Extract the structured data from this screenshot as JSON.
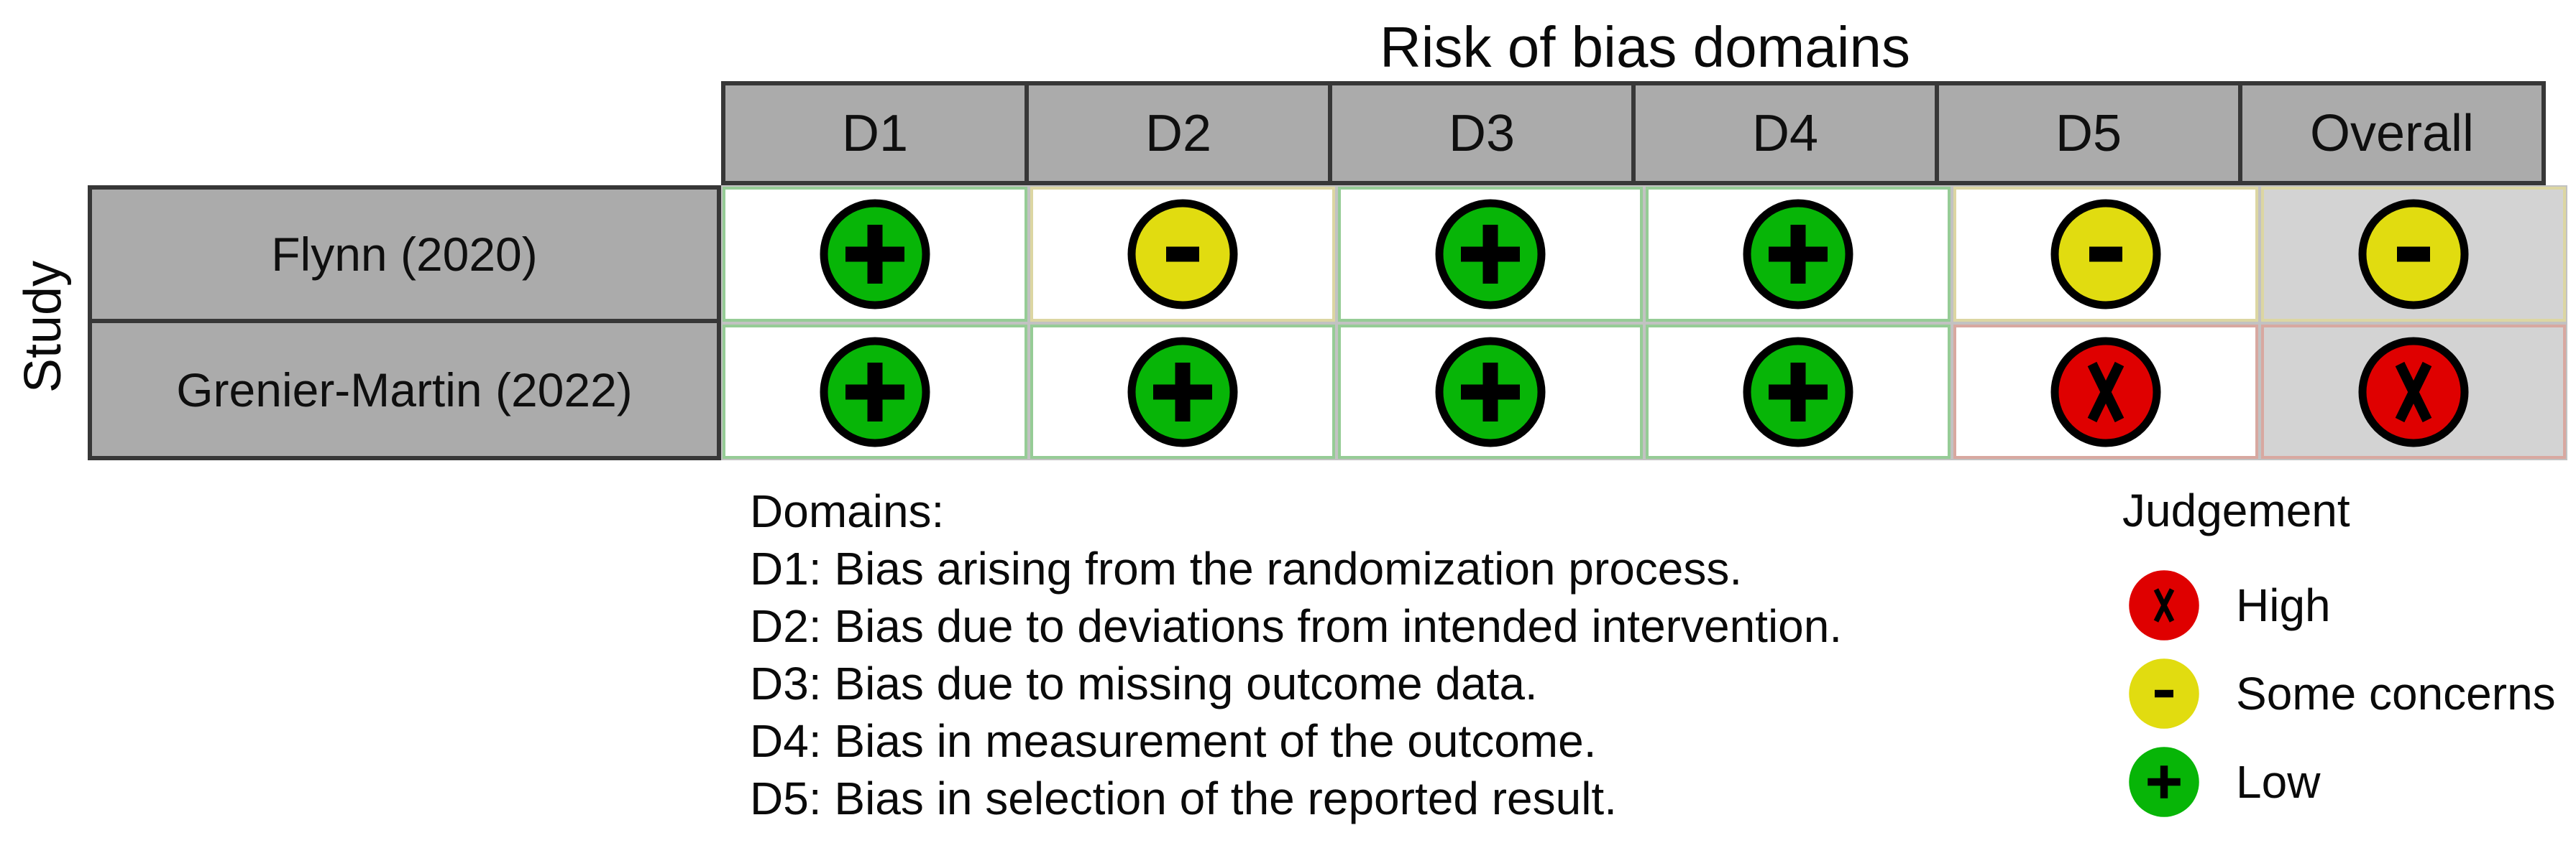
{
  "title": "Risk of bias domains",
  "axis_label": "Study",
  "header": {
    "columns": [
      "D1",
      "D2",
      "D3",
      "D4",
      "D5",
      "Overall"
    ]
  },
  "studies": [
    {
      "name": "Flynn (2020)",
      "judgements": [
        "low",
        "some_concerns",
        "low",
        "low",
        "some_concerns",
        "some_concerns"
      ]
    },
    {
      "name": "Grenier-Martin (2022)",
      "judgements": [
        "low",
        "low",
        "low",
        "low",
        "high",
        "high"
      ]
    }
  ],
  "judgements_meta": {
    "low": {
      "label": "Low",
      "symbol": "+",
      "color": "#07B507"
    },
    "some_concerns": {
      "label": "Some concerns",
      "symbol": "-",
      "color": "#E1DC10"
    },
    "high": {
      "label": "High",
      "symbol": "X",
      "color": "#DF0000"
    }
  },
  "domains_note": {
    "heading": "Domains:",
    "items": [
      "D1: Bias arising from the randomization process.",
      "D2: Bias due to deviations from intended intervention.",
      "D3: Bias due to missing outcome data.",
      "D4: Bias in measurement of the outcome.",
      "D5: Bias in selection of the reported result."
    ]
  },
  "legend": {
    "title": "Judgement",
    "items": [
      {
        "key": "high",
        "label": "High"
      },
      {
        "key": "some_concerns",
        "label": "Some concerns"
      },
      {
        "key": "low",
        "label": "Low"
      }
    ]
  },
  "colors": {
    "header_bg": "#ABABAB",
    "overall_col_bg": "#D3D3D3",
    "cell_bg": "#FFFFFF",
    "dark_border": "#373737",
    "grid_line": "#C2C2C2"
  },
  "chart_data": {
    "type": "table",
    "title": "Risk of bias domains",
    "x_categories": [
      "D1",
      "D2",
      "D3",
      "D4",
      "D5",
      "Overall"
    ],
    "y_categories": [
      "Flynn (2020)",
      "Grenier-Martin (2022)"
    ],
    "values": [
      [
        "Low",
        "Some concerns",
        "Low",
        "Low",
        "Some concerns",
        "Some concerns"
      ],
      [
        "Low",
        "Low",
        "Low",
        "Low",
        "High",
        "High"
      ]
    ],
    "ylabel": "Study",
    "legend_position": "bottom-right",
    "legend_entries": [
      "High",
      "Some concerns",
      "Low"
    ]
  }
}
